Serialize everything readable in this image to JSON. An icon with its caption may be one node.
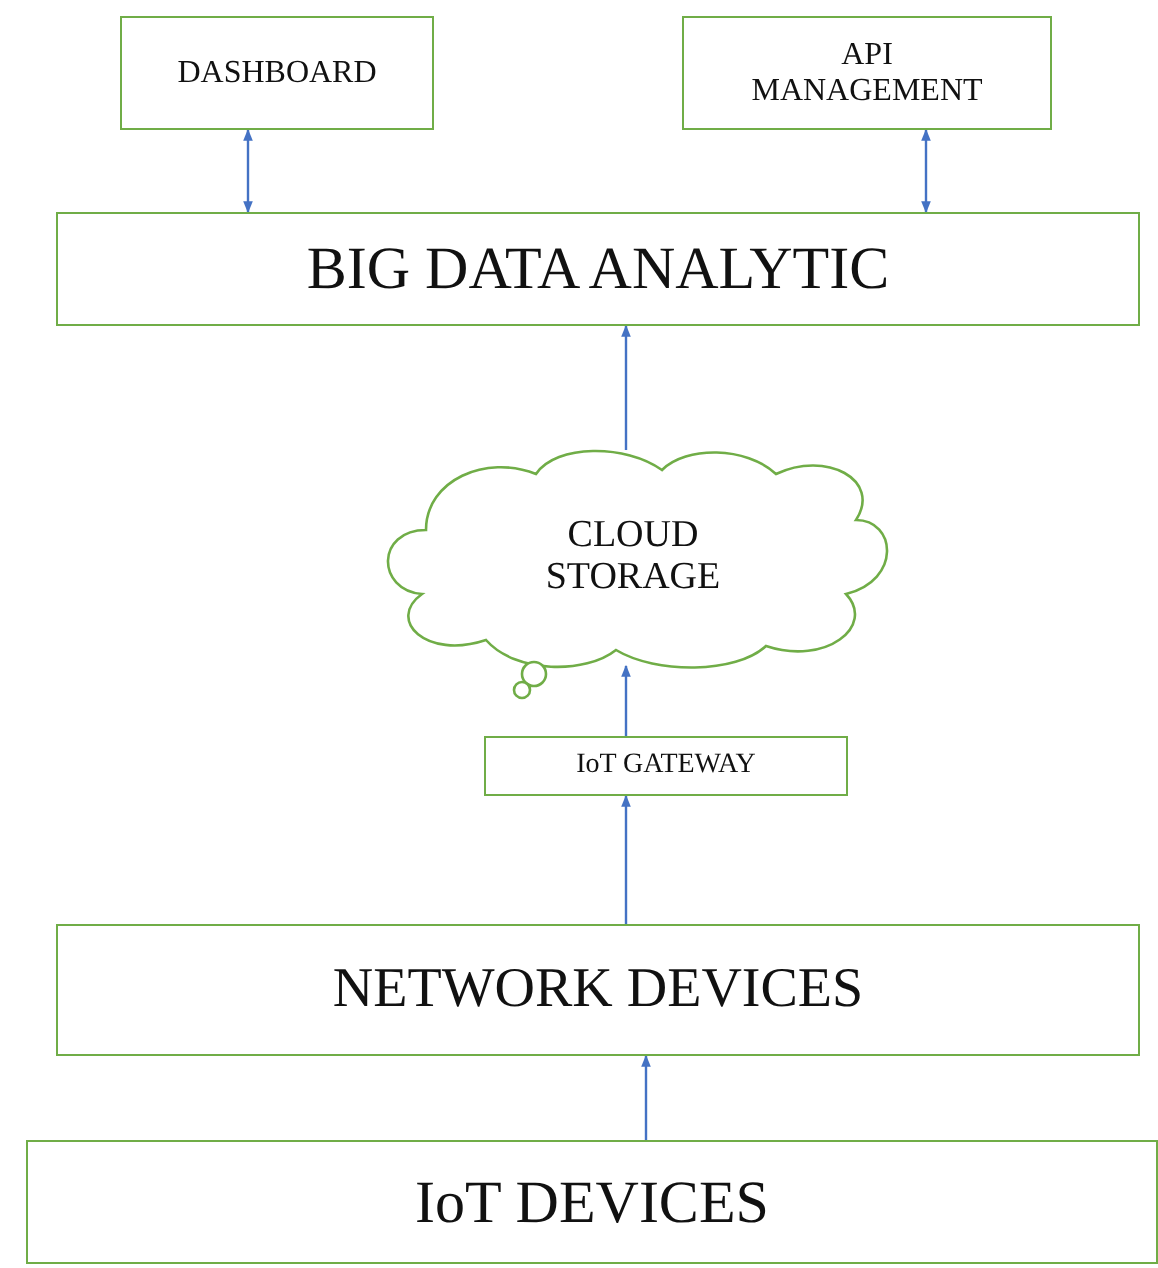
{
  "diagram": {
    "nodes": [
      {
        "text": [
          "DASHBOARD"
        ]
      },
      {
        "text": [
          "API MANAGEMENT"
        ]
      },
      {
        "text": [
          "BIG DATA ANALYTIC"
        ]
      },
      {
        "text": [
          "CLOUD STORAGE"
        ]
      },
      {
        "text": [
          "IoT GATEWAY"
        ]
      },
      {
        "text": [
          "NETWORK DEVICES"
        ]
      },
      {
        "text": [
          "IoT DEVICES"
        ]
      }
    ],
    "edges": [
      {
        "from": 0,
        "to": 2,
        "arrow": "both"
      },
      {
        "from": 1,
        "to": 2,
        "arrow": "both"
      },
      {
        "from": 3,
        "to": 2,
        "arrow": "to"
      },
      {
        "from": 4,
        "to": 3,
        "arrow": "to"
      },
      {
        "from": 5,
        "to": 4,
        "arrow": "to"
      },
      {
        "from": 6,
        "to": 5,
        "arrow": "to"
      }
    ]
  }
}
